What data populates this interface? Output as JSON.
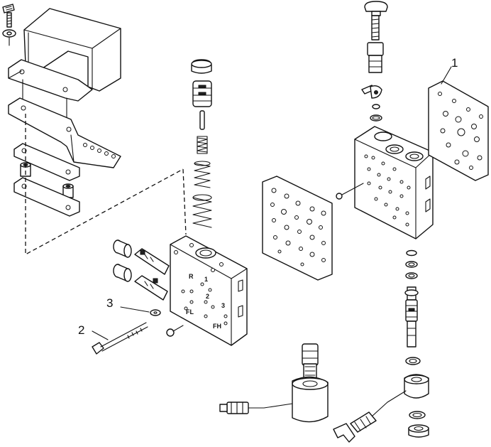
{
  "diagram": {
    "callouts": {
      "c1": "1",
      "c2": "2",
      "c3": "3"
    },
    "valve_body_marks": {
      "r": "R",
      "one": "1",
      "two": "2",
      "three": "3",
      "fl": "FL",
      "fh": "FH"
    }
  }
}
